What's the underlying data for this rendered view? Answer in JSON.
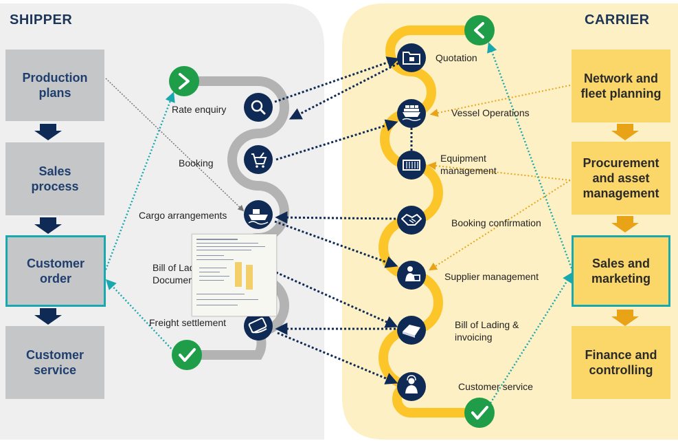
{
  "shipper": {
    "title": "SHIPPER",
    "boxes": [
      "Production\nplans",
      "Sales\nprocess",
      "Customer\norder",
      "Customer\nservice"
    ]
  },
  "carrier": {
    "title": "CARRIER",
    "boxes": [
      "Network and\nfleet planning",
      "Procurement\nand asset\nmanagement",
      "Sales and\nmarketing",
      "Finance and\ncontrolling"
    ]
  },
  "shipper_steps": [
    "Rate enquiry",
    "Booking",
    "Cargo arrangements",
    "Bill of Lading &\nDocumentation",
    "Freight settlement"
  ],
  "carrier_steps": [
    "Quotation",
    "Vessel Operations",
    "Equipment\nmanagement",
    "Booking confirmation",
    "Supplier management",
    "Bill of Lading &\ninvoicing",
    "Customer service"
  ],
  "icons": {
    "shipper": [
      "search-icon",
      "cart-icon",
      "ship-icon",
      "document-icon",
      "payment-icon"
    ],
    "carrier": [
      "folder-icon",
      "vessel-icon",
      "container-icon",
      "handshake-icon",
      "supplier-icon",
      "bill-icon",
      "agent-icon"
    ]
  },
  "colors": {
    "navy": "#0f2b55",
    "teal": "#19a8ad",
    "green": "#1f9d48",
    "amber": "#e8a317",
    "shipper_bg": "#efefef",
    "carrier_bg": "#fdf0c4",
    "shipper_box": "#c4c6c8",
    "carrier_box": "#fbd76a"
  }
}
